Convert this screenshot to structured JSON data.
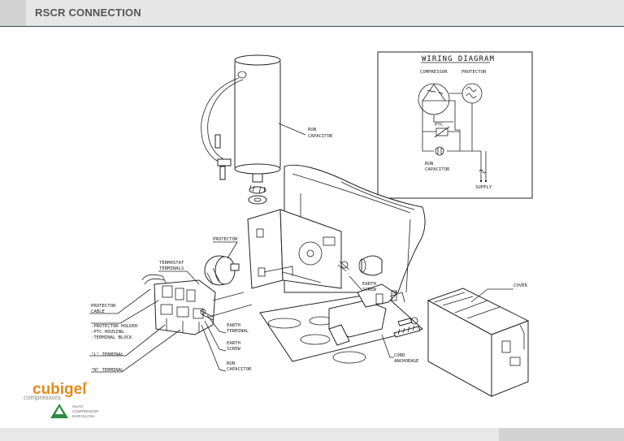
{
  "header": {
    "title": "RSCR CONNECTION"
  },
  "wiring": {
    "title": "WIRING DIAGRAM",
    "compressor": "COMPRESSOR",
    "protector": "PROTECTOR",
    "ptc": "PTC",
    "run_capacitor_1": "RUN",
    "run_capacitor_2": "CAPACITOR",
    "supply": "SUPPLY"
  },
  "labels": {
    "run_capacitor_top_1": "RUN",
    "run_capacitor_top_2": "CAPACITOR",
    "protector": "PROTECTOR",
    "termostat_1": "TERMOSTAT",
    "termostat_2": "TERMINALS",
    "protector_cable_1": "PROTECTOR",
    "protector_cable_2": "CABLE",
    "holder_1": "-PROTECTOR HOLDER",
    "holder_2": "-PTC HOUSING",
    "holder_3": "-TERMINAL BLOCK",
    "l_terminal": "\"L\" TERMINAL",
    "n_terminal": "\"N\" TERMINAL",
    "earth_terminal_1": "EARTH",
    "earth_terminal_2": "TERMINAL",
    "earth_screw_low_1": "EARTH",
    "earth_screw_low_2": "SCREW",
    "run_capacitor_low_1": "RUN",
    "run_capacitor_low_2": "CAPACITOR",
    "earth_screw_mid_1": "EARTH",
    "earth_screw_mid_2": "SCREW",
    "cover": "COVER",
    "cord_1": "CORD",
    "cord_2": "ANCHORAGE"
  },
  "logo": {
    "brand": "cubigel",
    "registered": "®",
    "tagline": "compressors",
    "huayi_1": "HUAYI",
    "huayi_2": "COMPRESSOR",
    "huayi_3": "BARCELONA"
  }
}
